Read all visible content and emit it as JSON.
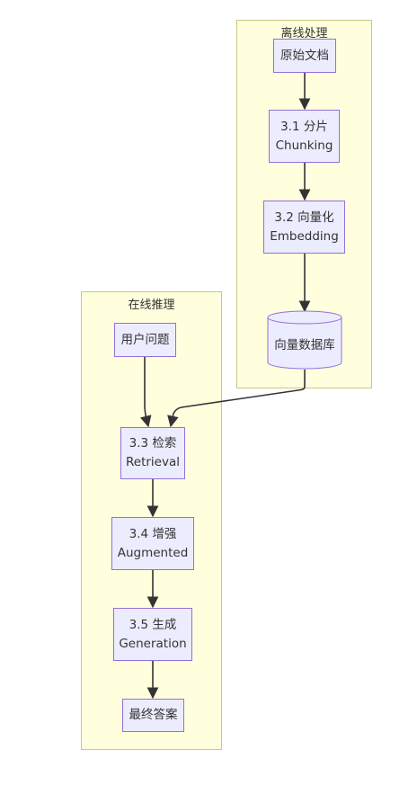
{
  "offline": {
    "title": "离线处理",
    "doc": [
      "原始文档"
    ],
    "chunk": [
      "3.1 分片",
      "Chunking"
    ],
    "embed": [
      "3.2 向量化",
      "Embedding"
    ],
    "db": "向量数据库"
  },
  "online": {
    "title": "在线推理",
    "question": [
      "用户问题"
    ],
    "retrieval": [
      "3.3 检索",
      "Retrieval"
    ],
    "augmented": [
      "3.4 增强",
      "Augmented"
    ],
    "generation": [
      "3.5 生成",
      "Generation"
    ],
    "answer": [
      "最终答案"
    ]
  },
  "colors": {
    "cluster_fill": "#ffffde",
    "cluster_stroke": "#c8c882",
    "node_fill": "#ececff",
    "node_stroke": "#9370db",
    "edge": "#333333",
    "text": "#333333"
  }
}
